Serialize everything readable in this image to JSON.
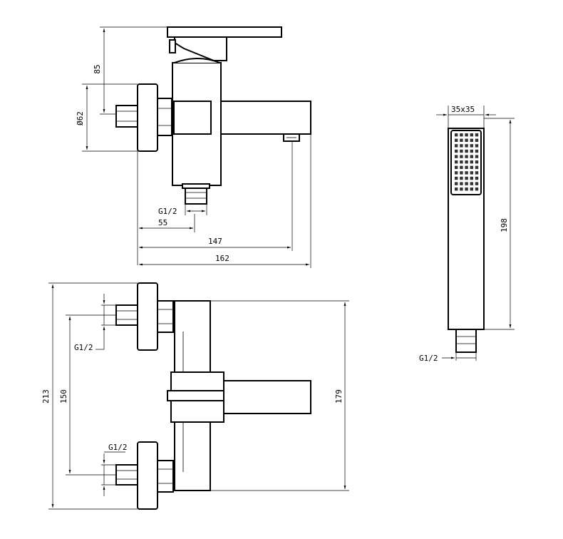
{
  "diagram": {
    "dimensions": {
      "side_height_85": "85",
      "side_diameter_62": "Ø62",
      "side_thread": "G1/2",
      "side_55": "55",
      "side_147": "147",
      "side_162": "162",
      "head_width": "35x35",
      "head_length": "198",
      "head_thread": "G1/2",
      "front_213": "213",
      "front_150": "150",
      "front_179": "179",
      "front_thread_top": "G1/2",
      "front_thread_bottom": "G1/2"
    }
  }
}
